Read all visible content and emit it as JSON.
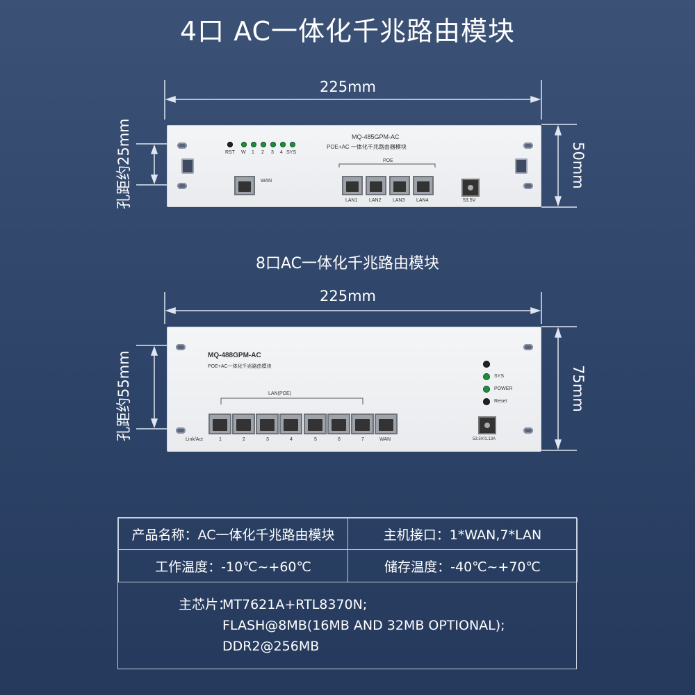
{
  "title_4port": "4口   AC一体化千兆路由模块",
  "title_8port": "8口AC一体化千兆路由模块",
  "device1": {
    "width": "225mm",
    "height": "50mm",
    "hole": "孔距约25mm",
    "model": "MQ-485GPM-AC",
    "subtitle": "POE+AC 一体化千兆路由器模块",
    "poe": "POE",
    "leds": [
      "RST",
      "W",
      "1",
      "2",
      "3",
      "4",
      "SYS"
    ],
    "wan": "WAN",
    "lans": [
      "LAN1",
      "LAN2",
      "LAN3",
      "LAN4"
    ],
    "power": "53.5V"
  },
  "device2": {
    "width": "225mm",
    "height": "75mm",
    "hole": "孔距约55mm",
    "model": "MQ-488GPM-AC",
    "subtitle": "POE+AC一体化千兆路由模块",
    "lan_poe": "LAN(POE)",
    "linkact": "Link/Act",
    "ports": [
      "1",
      "2",
      "3",
      "4",
      "5",
      "6",
      "7",
      "WAN"
    ],
    "sys": "SYS",
    "power_led": "POWER",
    "reset": "Reset",
    "power": "53.5V/1.13A"
  },
  "spec": {
    "name_label": "产品名称：AC一体化千兆路由模块",
    "iface_label": "主机接口：1*WAN,7*LAN",
    "temp_label": "工作温度：-10℃~+60℃",
    "storage_label": "储存温度：-40℃~+70℃",
    "chip_label": "主芯片：",
    "chip_lines": [
      "MT7621A+RTL8370N;",
      "FLASH@8MB(16MB AND 32MB OPTIONAL);",
      "DDR2@256MB"
    ]
  }
}
